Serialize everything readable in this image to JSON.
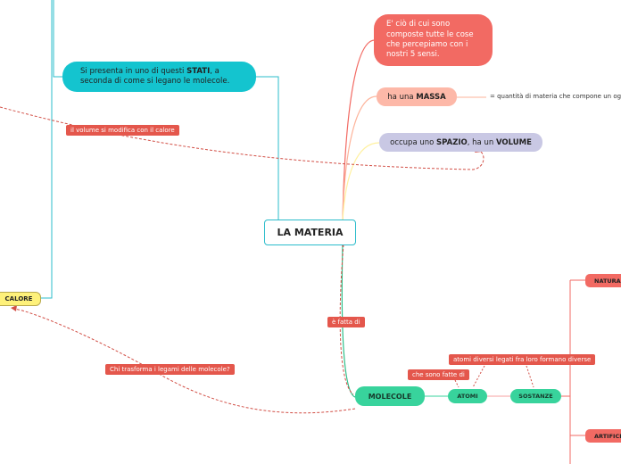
{
  "center": {
    "title": "LA MATERIA"
  },
  "definition": {
    "text": "E' ciò di cui sono composte tutte le cose che percepiamo con i nostri 5 sensi."
  },
  "massa": {
    "prefix": "ha una ",
    "bold": "MASSA"
  },
  "massa_def": {
    "text": "= quantità di materia che compone un ogge"
  },
  "volume": {
    "prefix": "occupa uno ",
    "bold1": "SPAZIO",
    "middle": ", ha un ",
    "bold2": "VOLUME"
  },
  "stati": {
    "prefix": "Si presenta in uno di questi ",
    "bold": "STATI",
    "suffix": ", a seconda di come si legano le molecole."
  },
  "calore": {
    "text": "CALORE"
  },
  "links": {
    "volume_calore": "il volume si modifica con il calore",
    "fatta_di": "è fatta di",
    "che_sono_fatte_di": "che sono fatte di",
    "atomi_diversi": "atomi diversi legati fra loro formano diverse",
    "trasforma": "Chi trasforma i legami delle molecole?"
  },
  "molecole": {
    "text": "MOLECOLE"
  },
  "atomi": {
    "text": "ATOMI"
  },
  "sostanze": {
    "text": "SOSTANZE"
  },
  "naturali": {
    "text": "NATURAL"
  },
  "artificiali": {
    "text": "ARTIFICI"
  },
  "colors": {
    "teal": "#14c4cf",
    "coral": "#f26a63",
    "orange_light": "#fdb8a8",
    "lavender": "#c9c8e4",
    "yellow": "#fef17a",
    "green": "#38d39c",
    "red_label": "#e4574c"
  }
}
